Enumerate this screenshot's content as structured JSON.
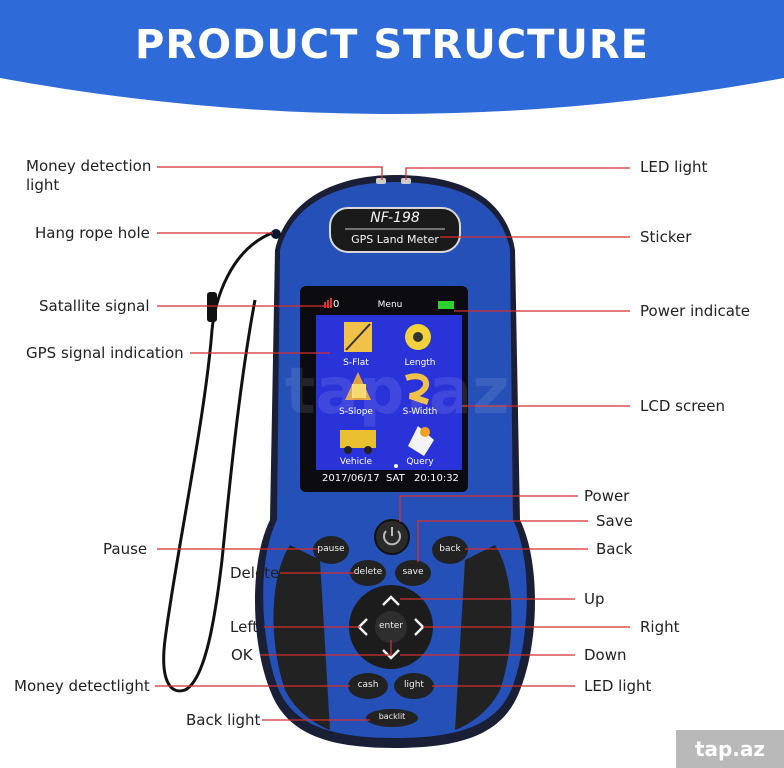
{
  "banner": {
    "title": "PRODUCT STRUCTURE"
  },
  "device": {
    "model": "NF-198",
    "sticker": "GPS Land Meter",
    "screen": {
      "signal": "0",
      "menu": "Menu",
      "items": [
        "S-Flat",
        "Length",
        "S-Slope",
        "S-Width",
        "Vehicle",
        "Query"
      ],
      "date": "2017/06/17",
      "day": "SAT",
      "time": "20:10:32"
    },
    "buttons": {
      "pause": "pause",
      "back": "back",
      "delete": "delete",
      "save": "save",
      "enter": "enter",
      "cash": "cash",
      "light": "light",
      "backlit": "backlit"
    }
  },
  "labels": {
    "money_detection_light": "Money detection light",
    "hang_rope_hole": "Hang rope hole",
    "satellite_signal": "Satallite signal",
    "gps_signal_indication": "GPS signal indication",
    "pause": "Pause",
    "delete": "Delete",
    "left": "Left",
    "ok": "OK",
    "money_detectlight": "Money detectlight",
    "back_light": "Back light",
    "led_light_top": "LED light",
    "sticker": "Sticker",
    "power_indicate": "Power indicate",
    "lcd_screen": "LCD screen",
    "power": "Power",
    "save": "Save",
    "back": "Back",
    "up": "Up",
    "right": "Right",
    "down": "Down",
    "led_light_bottom": "LED light"
  },
  "watermark": "tap.az",
  "colors": {
    "banner": "#2f6bd8",
    "device_blue": "#2550b8",
    "line": "#d32f2f"
  }
}
